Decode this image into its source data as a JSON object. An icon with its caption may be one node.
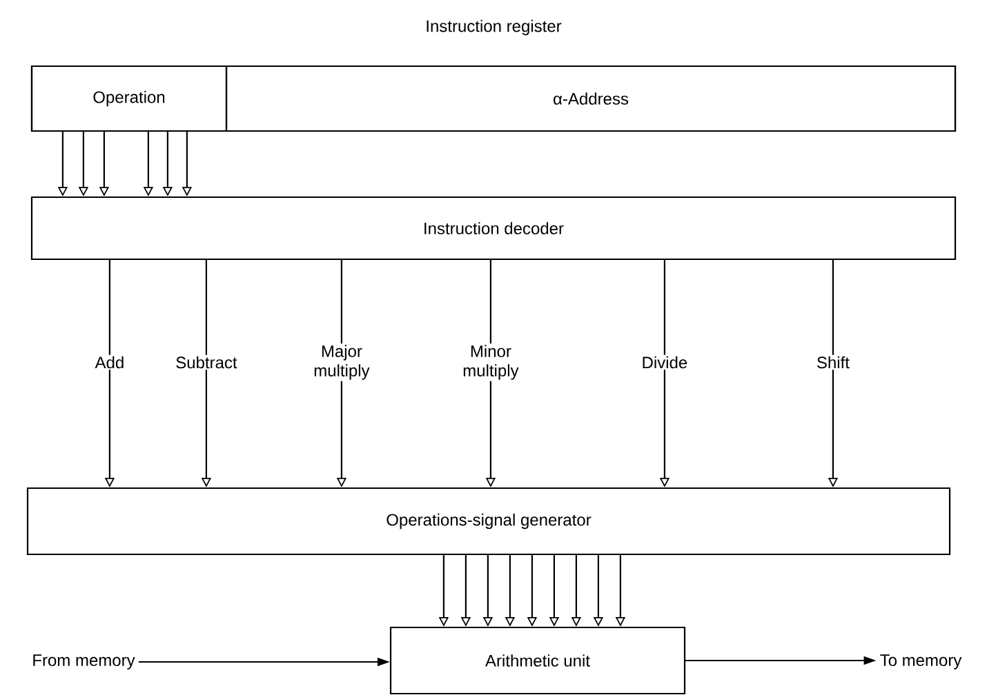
{
  "diagram": {
    "nodes": [
      {
        "text": [
          "Instruction register"
        ]
      },
      {
        "text": [
          "Operation"
        ],
        "in": 0
      },
      {
        "text": [
          "α-Address"
        ],
        "in": 0
      },
      {
        "text": [
          "Instruction decoder"
        ]
      },
      {
        "text": [
          "Operations-signal generator"
        ]
      },
      {
        "text": [
          "Arithmetic unit"
        ]
      },
      {
        "text": [
          "From memory"
        ]
      },
      {
        "text": [
          "To memory"
        ]
      }
    ],
    "edges": [
      {
        "from": 1,
        "to": 3,
        "arrow": "to"
      },
      {
        "from": 1,
        "to": 3,
        "arrow": "to"
      },
      {
        "from": 1,
        "to": 3,
        "arrow": "to"
      },
      {
        "from": 1,
        "to": 3,
        "arrow": "to"
      },
      {
        "from": 1,
        "to": 3,
        "arrow": "to"
      },
      {
        "from": 1,
        "to": 3,
        "arrow": "to"
      },
      {
        "from": 3,
        "to": 4,
        "arrow": "to",
        "label": "Add"
      },
      {
        "from": 3,
        "to": 4,
        "arrow": "to",
        "label": "Subtract"
      },
      {
        "from": 3,
        "to": 4,
        "arrow": "to",
        "label": "Major multiply"
      },
      {
        "from": 3,
        "to": 4,
        "arrow": "to",
        "label": "Minor multiply"
      },
      {
        "from": 3,
        "to": 4,
        "arrow": "to",
        "label": "Divide"
      },
      {
        "from": 3,
        "to": 4,
        "arrow": "to",
        "label": "Shift"
      },
      {
        "from": 4,
        "to": 5,
        "arrow": "to"
      },
      {
        "from": 4,
        "to": 5,
        "arrow": "to"
      },
      {
        "from": 4,
        "to": 5,
        "arrow": "to"
      },
      {
        "from": 4,
        "to": 5,
        "arrow": "to"
      },
      {
        "from": 4,
        "to": 5,
        "arrow": "to"
      },
      {
        "from": 4,
        "to": 5,
        "arrow": "to"
      },
      {
        "from": 4,
        "to": 5,
        "arrow": "to"
      },
      {
        "from": 4,
        "to": 5,
        "arrow": "to"
      },
      {
        "from": 4,
        "to": 5,
        "arrow": "to"
      },
      {
        "from": 6,
        "to": 5,
        "arrow": "to"
      },
      {
        "from": 5,
        "to": 7,
        "arrow": "to"
      }
    ]
  }
}
